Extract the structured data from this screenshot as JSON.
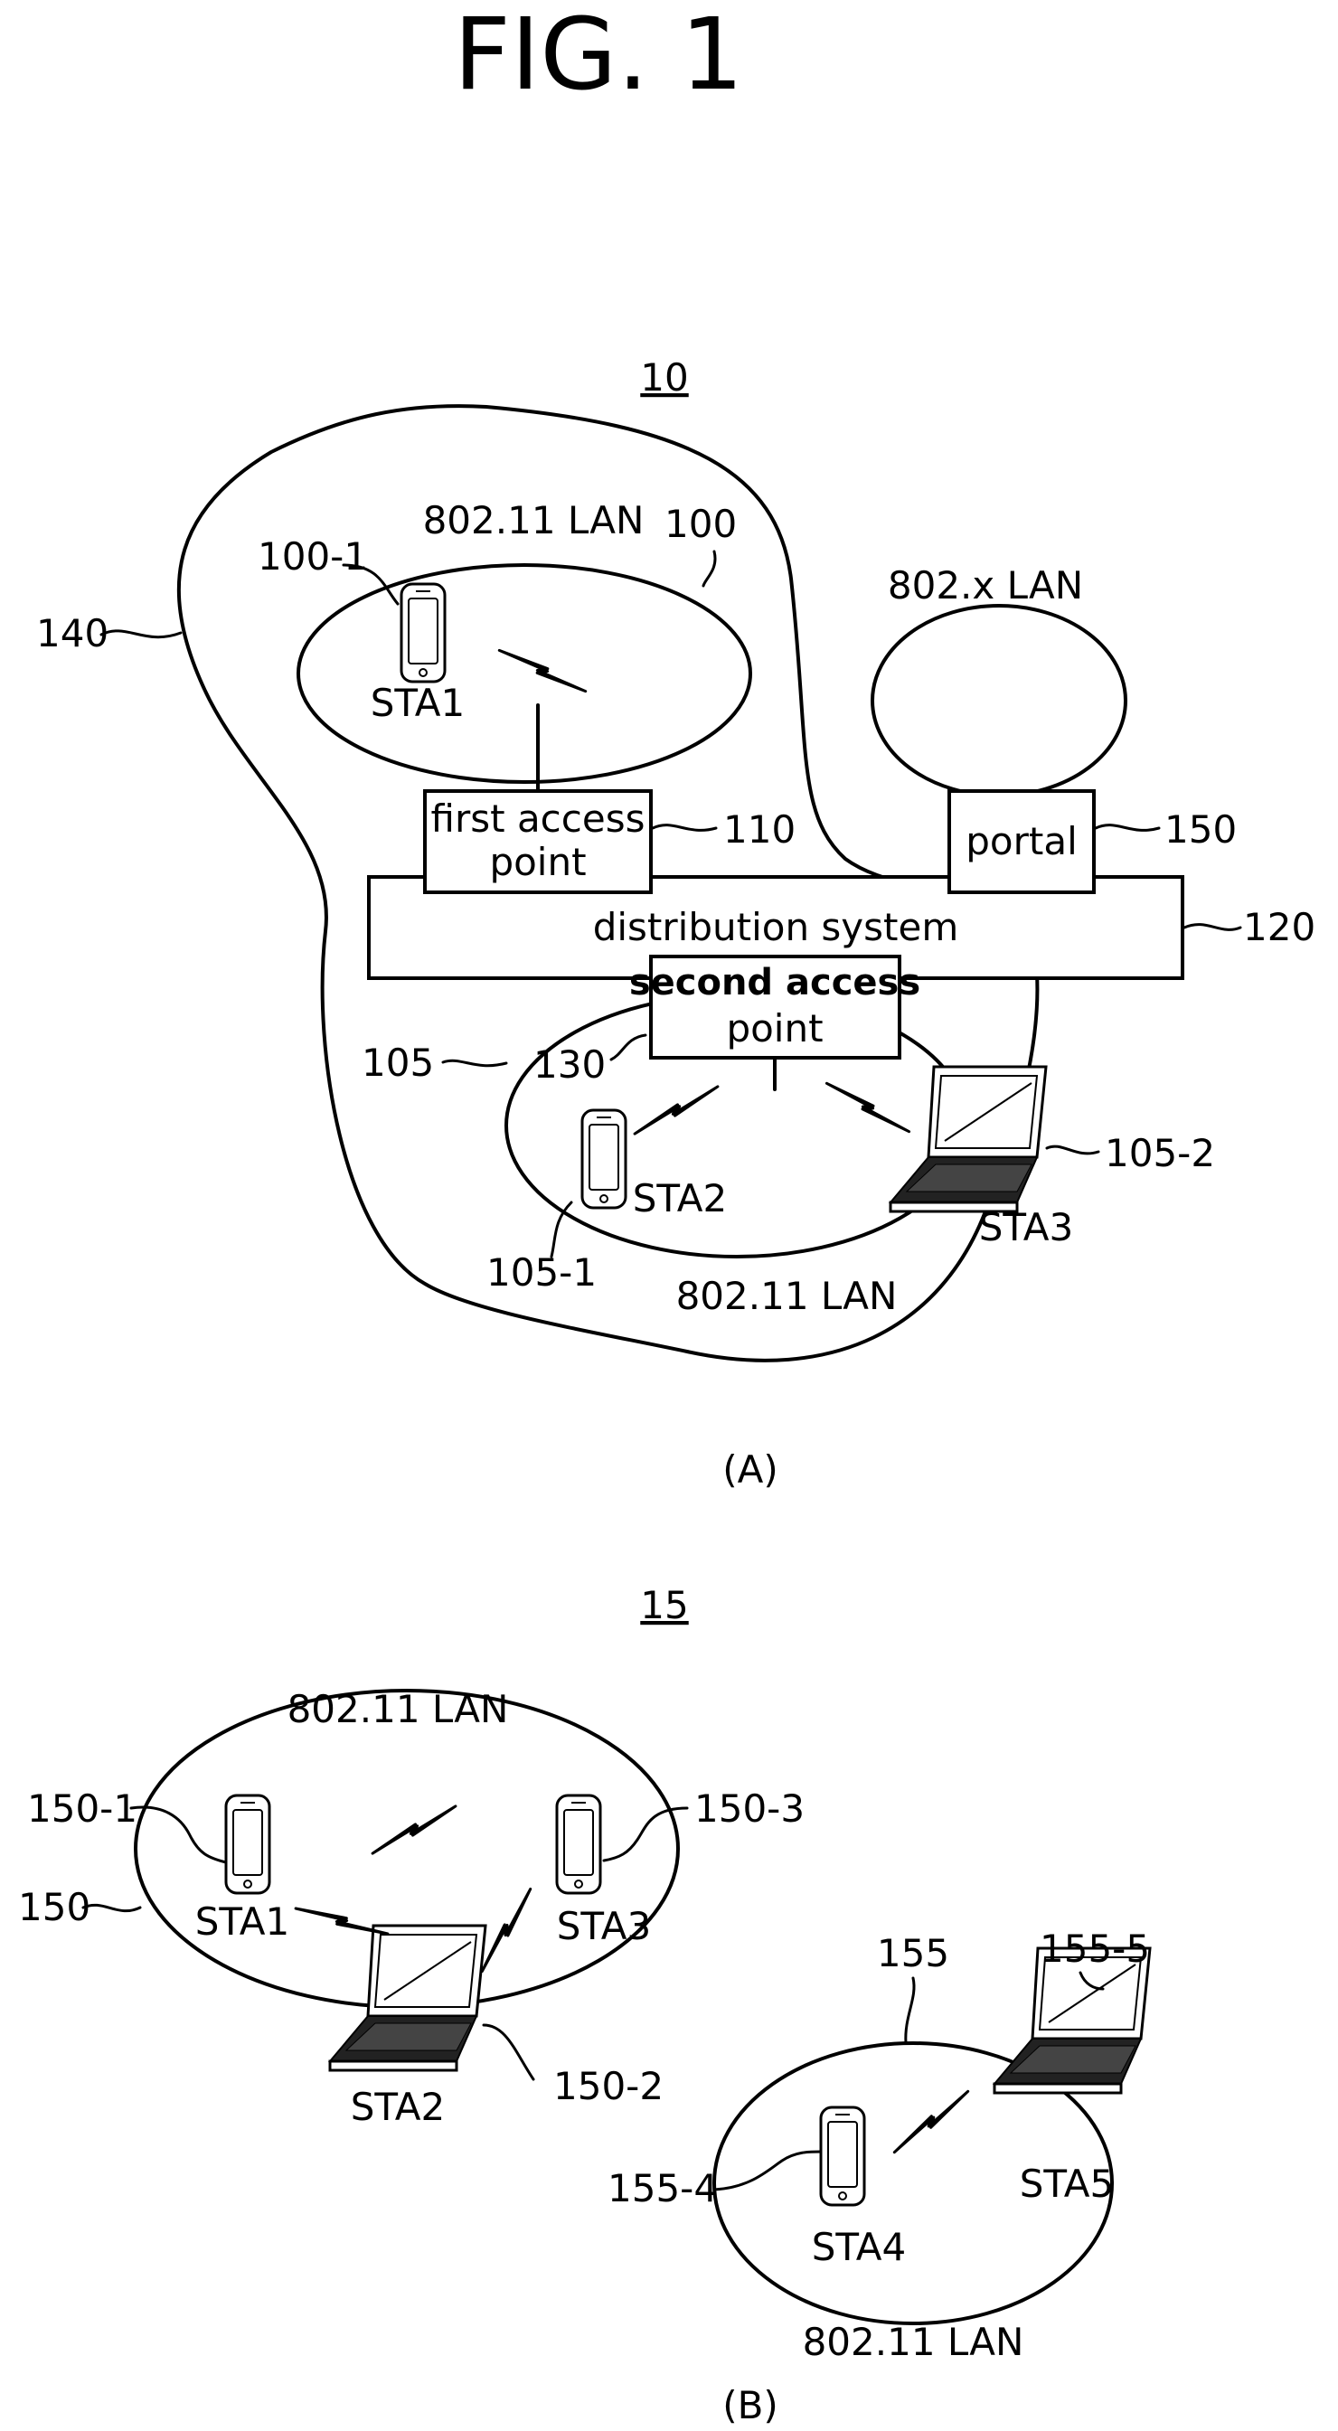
{
  "figure_title": "FIG. 1",
  "part_a": {
    "ref": "10",
    "caption": "(A)",
    "lan_label_top": "802.11 LAN",
    "lan_label_bottom": "802.11 LAN",
    "xlan_label": "802.x LAN",
    "ess_ref": "140",
    "bss1_ref": "100",
    "bss2_ref": "105",
    "first_ap_line1": "first access",
    "first_ap_line2": "point",
    "first_ap_ref": "110",
    "portal_label": "portal",
    "portal_ref": "150",
    "ds_label": "distribution system",
    "ds_ref": "120",
    "second_ap_line1": "second access",
    "second_ap_line2": "point",
    "second_ap_ref": "130",
    "sta1_label": "STA1",
    "sta1_ref": "100-1",
    "sta2_label": "STA2",
    "sta2_ref": "105-1",
    "sta3_label": "STA3",
    "sta3_ref": "105-2"
  },
  "part_b": {
    "ref": "15",
    "caption": "(B)",
    "lan1_label": "802.11 LAN",
    "lan2_label": "802.11 LAN",
    "ibss1_ref": "150",
    "ibss2_ref": "155",
    "sta1_label": "STA1",
    "sta1_ref": "150-1",
    "sta2_label": "STA2",
    "sta2_ref": "150-2",
    "sta3_label": "STA3",
    "sta3_ref": "150-3",
    "sta4_label": "STA4",
    "sta4_ref": "155-4",
    "sta5_label": "STA5",
    "sta5_ref": "155-5"
  }
}
